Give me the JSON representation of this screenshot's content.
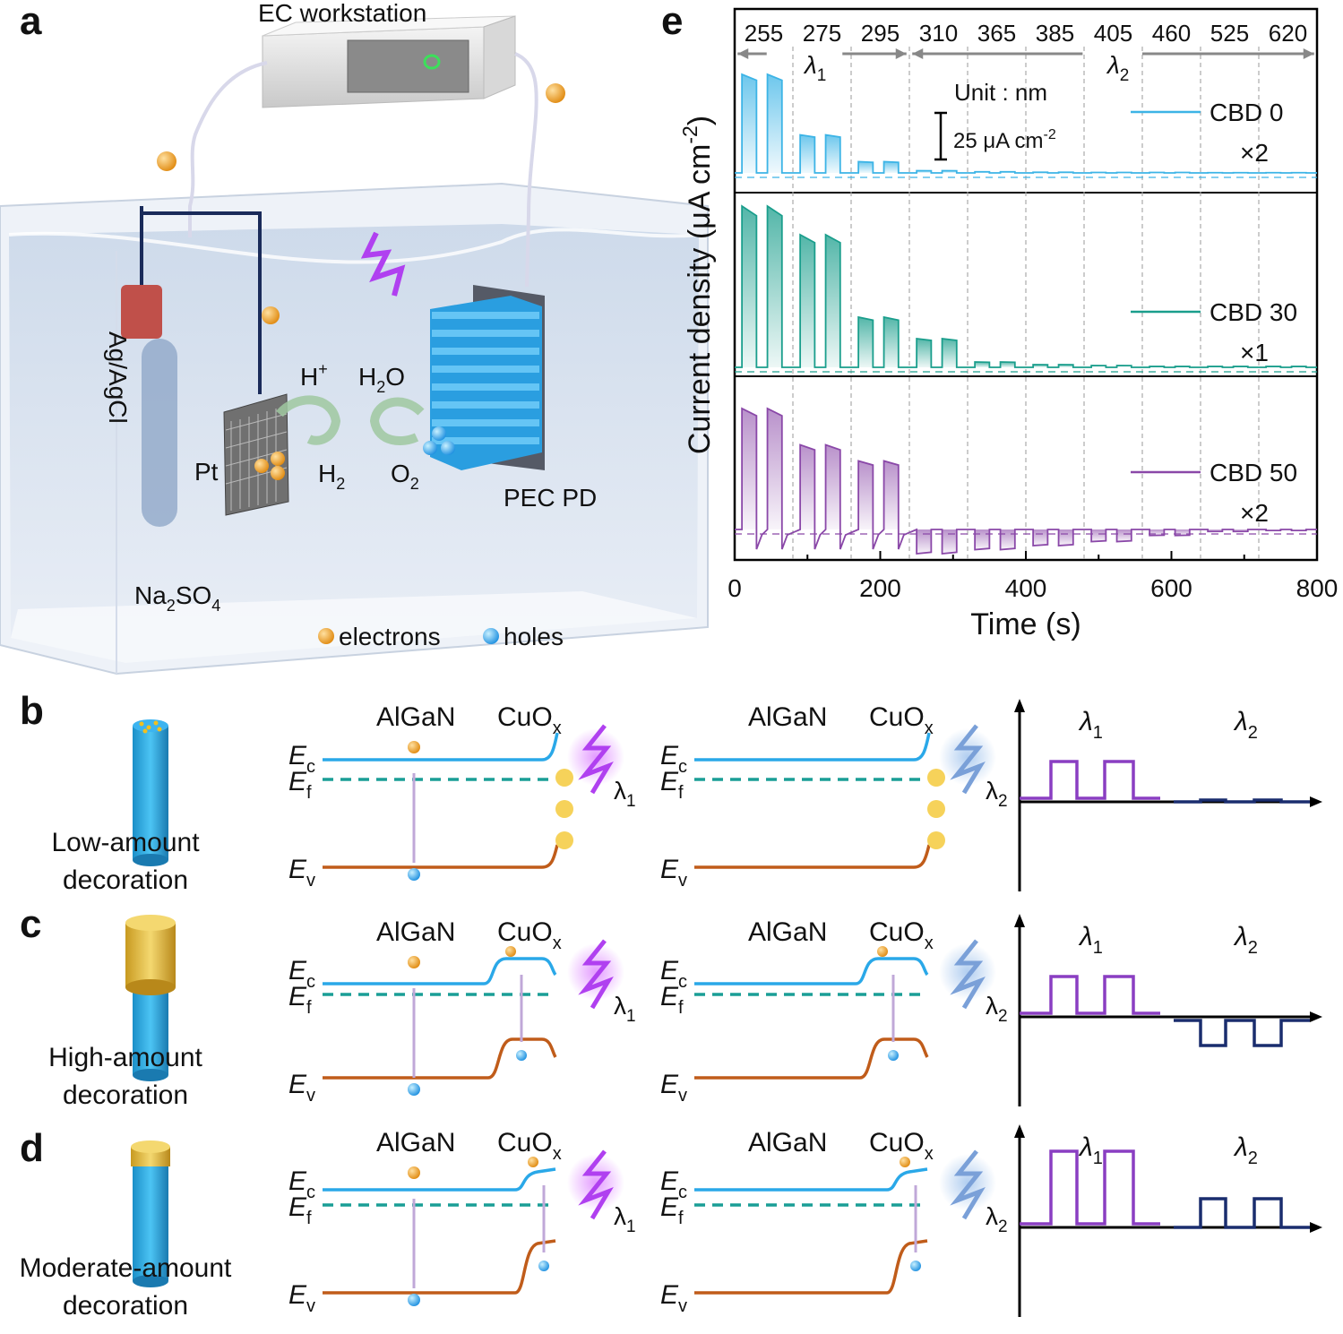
{
  "panels": {
    "a": "a",
    "b": "b",
    "c": "c",
    "d": "d",
    "e": "e"
  },
  "setup": {
    "workstation": "EC workstation",
    "ref_electrode": "Ag/AgCl",
    "counter_electrode": "Pt",
    "photodetector": "PEC PD",
    "electrolyte_main": "Na",
    "electrolyte_sub1": "2",
    "electrolyte_mid": "SO",
    "electrolyte_sub2": "4",
    "h_plus_main": "H",
    "h_plus_sup": "+",
    "h2_main": "H",
    "h2_sub": "2",
    "h2o_main": "H",
    "h2o_sub": "2",
    "h2o_end": "O",
    "o2_main": "O",
    "o2_sub": "2",
    "legend_electrons": "electrons",
    "legend_holes": "holes",
    "colors": {
      "electron": "#f0a030",
      "hole": "#3cb4f0",
      "tank": "#dbe4f0",
      "nanowire": "#36b4f0"
    }
  },
  "band": {
    "algan": "AlGaN",
    "cuox_main": "CuO",
    "cuox_sub": "x",
    "ec_main": "E",
    "ec_sub": "c",
    "ef_main": "E",
    "ef_sub": "f",
    "ev_main": "E",
    "ev_sub": "v",
    "lambda1_main": "λ",
    "lambda1_sub": "1",
    "lambda2_main": "λ",
    "lambda2_sub": "2",
    "colors": {
      "ec": "#2aa8e8",
      "ef": "#1a9e96",
      "ev": "#c05c1a",
      "lambda1": "#8a3ec2",
      "lambda2": "#1a2d6e"
    }
  },
  "rows": {
    "b": {
      "label1": "Low-amount",
      "label2": "decoration",
      "response_lambda1": "positive",
      "response_lambda2": "near zero"
    },
    "c": {
      "label1": "High-amount",
      "label2": "decoration",
      "response_lambda1": "positive",
      "response_lambda2": "negative"
    },
    "d": {
      "label1": "Moderate-amount",
      "label2": "decoration",
      "response_lambda1": "positive",
      "response_lambda2": "positive"
    }
  },
  "chart_data": {
    "type": "line",
    "xlabel": "Time (s)",
    "ylabel_main": "Current density (μA cm",
    "ylabel_sup": "-2",
    "ylabel_end": ")",
    "xlim": [
      0,
      800
    ],
    "xticks": [
      0,
      200,
      400,
      600,
      800
    ],
    "wavelengths_nm": [
      "255",
      "275",
      "295",
      "310",
      "365",
      "385",
      "405",
      "460",
      "525",
      "620"
    ],
    "wavelength_boundaries_s": [
      80,
      160,
      240,
      320,
      400,
      480,
      560,
      640,
      720
    ],
    "unit_note": "Unit : nm",
    "scale_bar": {
      "main": "25 μA cm",
      "sup": "-2"
    },
    "region1_main": "λ",
    "region1_sub": "1",
    "region2_main": "λ",
    "region2_sub": "2",
    "series": [
      {
        "name": "CBD 0",
        "multiplier": "×2",
        "color": "#3cb4e6",
        "pulse_height_uAcm2": [
          44,
          17,
          5,
          1,
          0.5,
          0.3,
          0.2,
          0.2,
          0.1,
          0.1
        ]
      },
      {
        "name": "CBD 30",
        "multiplier": "×1",
        "color": "#1a9e8c",
        "pulse_height_uAcm2": [
          90,
          74,
          28,
          16,
          3,
          1.5,
          1,
          0.5,
          0.5,
          0.5
        ]
      },
      {
        "name": "CBD 50",
        "multiplier": "×2",
        "color": "#8a48a8",
        "pulse_height_uAcm2": [
          60,
          42,
          34,
          -12,
          -10,
          -8,
          -6,
          -3,
          -1,
          -0.5
        ]
      }
    ]
  }
}
